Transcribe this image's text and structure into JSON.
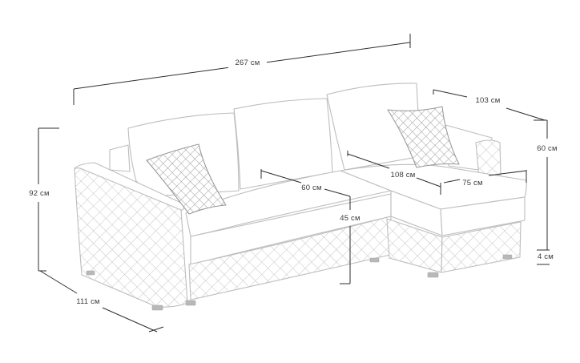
{
  "dimensions": {
    "total_width": "267 см",
    "chaise_width": "103 см",
    "chaise_height": "60 см",
    "height": "92 см",
    "depth_main": "108 см",
    "seat_depth": "60 см",
    "chaise_seat_width": "75 см",
    "seat_height": "45 см",
    "depth": "111 см",
    "leg_height": "4 см"
  },
  "colors": {
    "outline": "#bdbdbd",
    "dimension_lines": "#2e2e2e",
    "pattern": "#c4c4c4"
  }
}
